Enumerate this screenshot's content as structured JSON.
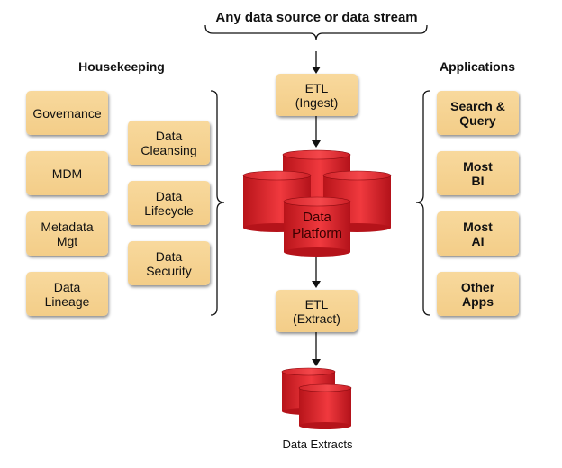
{
  "title": "Any data source or data stream",
  "housekeeping": {
    "heading": "Housekeeping",
    "column1": [
      "Governance",
      "MDM",
      "Metadata\nMgt",
      "Data\nLineage"
    ],
    "column2": [
      "Data\nCleansing",
      "Data\nLifecycle",
      "Data\nSecurity"
    ]
  },
  "pipeline": {
    "ingest": "ETL\n(Ingest)",
    "platform": "Data\nPlatform",
    "extract": "ETL\n(Extract)",
    "extracts_caption": "Data Extracts"
  },
  "applications": {
    "heading": "Applications",
    "items": [
      "Search &\nQuery",
      "Most\nBI",
      "Most\nAI",
      "Other\nApps"
    ]
  },
  "colors": {
    "box_fill": "#f5d08f",
    "cylinder_red": "#e0252b",
    "cylinder_dark": "#a80c12",
    "connector": "#111111"
  }
}
